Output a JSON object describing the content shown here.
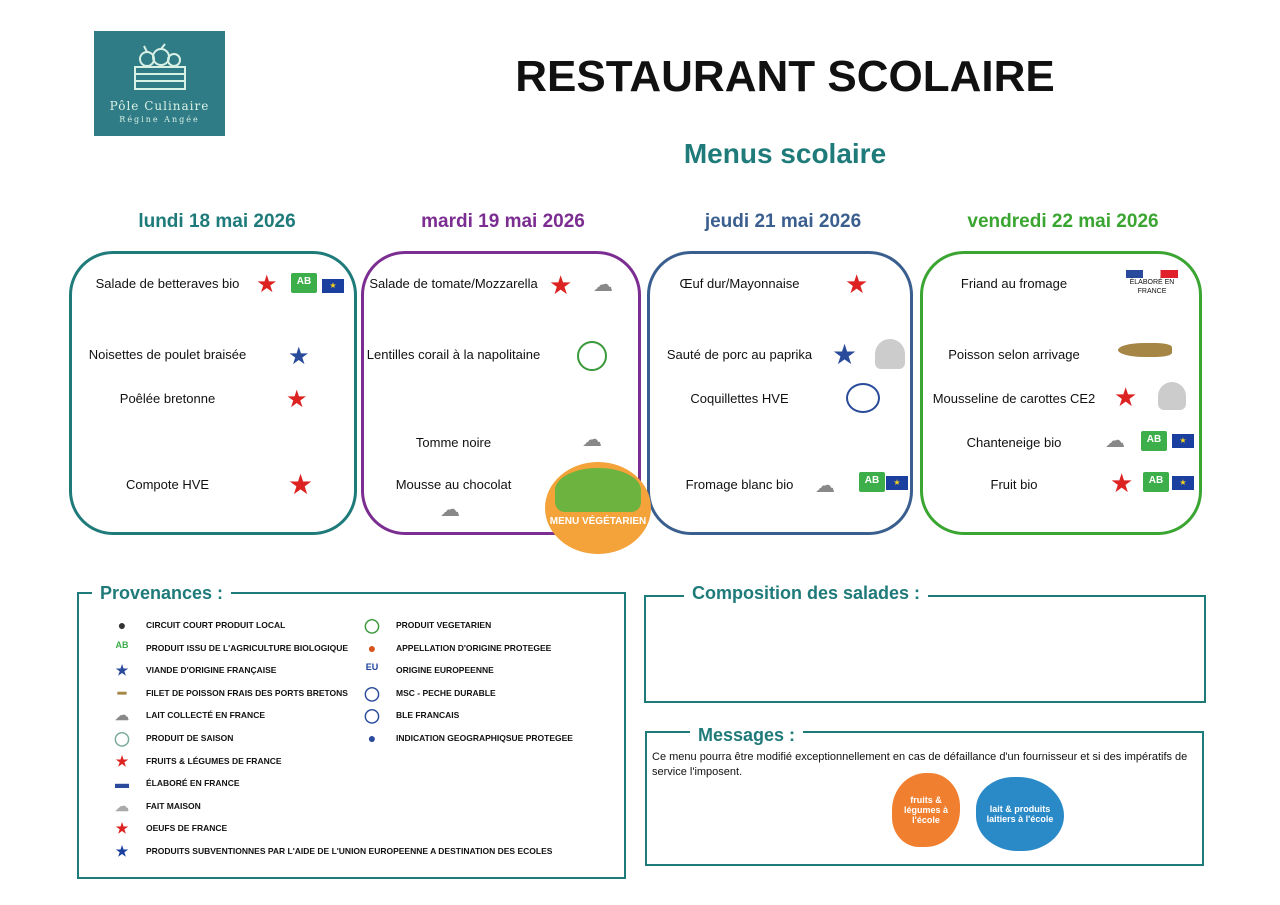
{
  "header": {
    "logo_line1": "Pôle Culinaire",
    "logo_line2": "Régine Angée",
    "title": "RESTAURANT SCOLAIRE",
    "subtitle": "Menus scolaire"
  },
  "colors": {
    "teal": "#1f7a7a",
    "purple": "#7b2d91",
    "blue": "#3a5f8f",
    "green": "#3ba532"
  },
  "days": [
    {
      "label": "lundi 18 mai 2026",
      "dishes": [
        "Salade de betteraves bio",
        "Noisettes de poulet braisée",
        "Poêlée bretonne",
        "Compote HVE"
      ]
    },
    {
      "label": "mardi 19 mai 2026",
      "dishes": [
        "Salade de tomate/Mozzarella",
        "Lentilles corail à la napolitaine",
        "Tomme noire",
        "Mousse au chocolat"
      ],
      "badge": "MENU VÉGÉTARIEN"
    },
    {
      "label": "jeudi 21 mai 2026",
      "dishes": [
        "Œuf dur/Mayonnaise",
        "Sauté de porc au paprika",
        "Coquillettes HVE",
        "Fromage blanc bio"
      ]
    },
    {
      "label": "vendredi 22 mai 2026",
      "dishes": [
        "Friand au fromage",
        "Poisson selon arrivage",
        "Mousseline de carottes CE2",
        "Chanteneige bio",
        "Fruit bio"
      ]
    }
  ],
  "provenances": {
    "title": "Provenances :",
    "left": [
      "CIRCUIT COURT PRODUIT LOCAL",
      "PRODUIT ISSU DE L'AGRICULTURE BIOLOGIQUE",
      "VIANDE D'ORIGINE FRANÇAISE",
      "FILET DE POISSON FRAIS DES PORTS BRETONS",
      "LAIT COLLECTÉ EN FRANCE",
      "PRODUIT DE SAISON",
      "FRUITS & LÉGUMES DE FRANCE",
      "ÉLABORÉ EN FRANCE",
      "FAIT MAISON",
      "OEUFS DE FRANCE",
      "PRODUITS SUBVENTIONNES PAR L'AIDE DE L'UNION EUROPEENNE A DESTINATION DES ECOLES"
    ],
    "right": [
      "PRODUIT VEGETARIEN",
      "APPELLATION D'ORIGINE PROTEGEE",
      "ORIGINE EUROPEENNE",
      "MSC - PECHE DURABLE",
      "BLE FRANCAIS",
      "INDICATION GEOGRAPHIQSUE PROTEGEE"
    ]
  },
  "salades": {
    "title": "Composition des salades :"
  },
  "messages": {
    "title": "Messages :",
    "text": "Ce menu pourra être modifié exceptionnellement en cas de défaillance d'un fournisseur et si des impératifs de service l'imposent.",
    "logo1": "fruits & légumes à l'école",
    "logo2": "lait & produits laitiers à l'école"
  },
  "labels": {
    "ab": "AB",
    "eu": "EU",
    "elabore": "ÉLABORÉ EN FRANCE"
  }
}
